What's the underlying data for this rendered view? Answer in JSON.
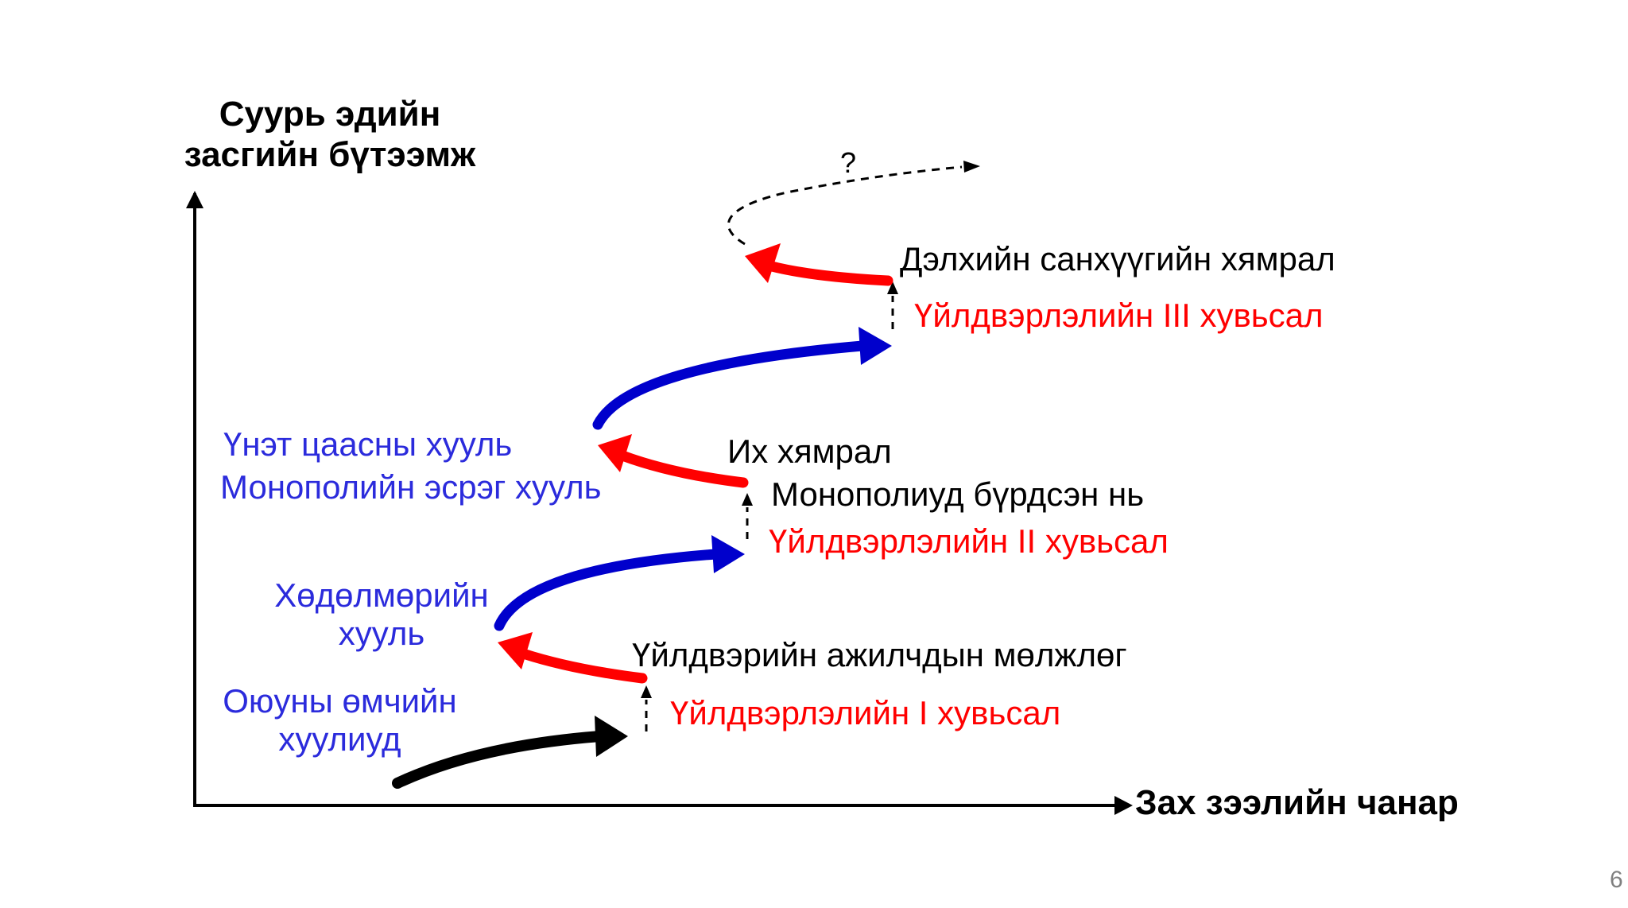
{
  "y_axis_title": [
    "Суурь эдийн",
    "засгийн бүтээмж"
  ],
  "x_axis_title": "Зах зээлийн чанар",
  "question_mark": "?",
  "labels": {
    "crisis_global": "Дэлхийн санхүүгийн хямрал",
    "revolution_3": "Үйлдвэрлэлийн III хувьсал",
    "securities_law": "Үнэт цаасны хууль",
    "antimonopoly_law": "Монополийн эсрэг хууль",
    "great_crisis": "Их хямрал",
    "monopolies_formed": "Монополиуд бүрдсэн нь",
    "revolution_2": "Үйлдвэрлэлийн II хувьсал",
    "labor_law": [
      "Хөдөлмөрийн",
      "хууль"
    ],
    "worker_exploitation": "Үйлдвэрийн ажилчдын мөлжлөг",
    "ip_laws": [
      "Оюуны өмчийн",
      "хуулиуд"
    ],
    "revolution_1": "Үйлдвэрлэлийн I хувьсал"
  },
  "page_number": "6",
  "colors": {
    "text": "#000000",
    "revolution": "#ff0000",
    "law": "#2b2bdc",
    "red_arrow": "#ff0000",
    "blue_arrow": "#0000cc",
    "black_arrow": "#000000"
  }
}
